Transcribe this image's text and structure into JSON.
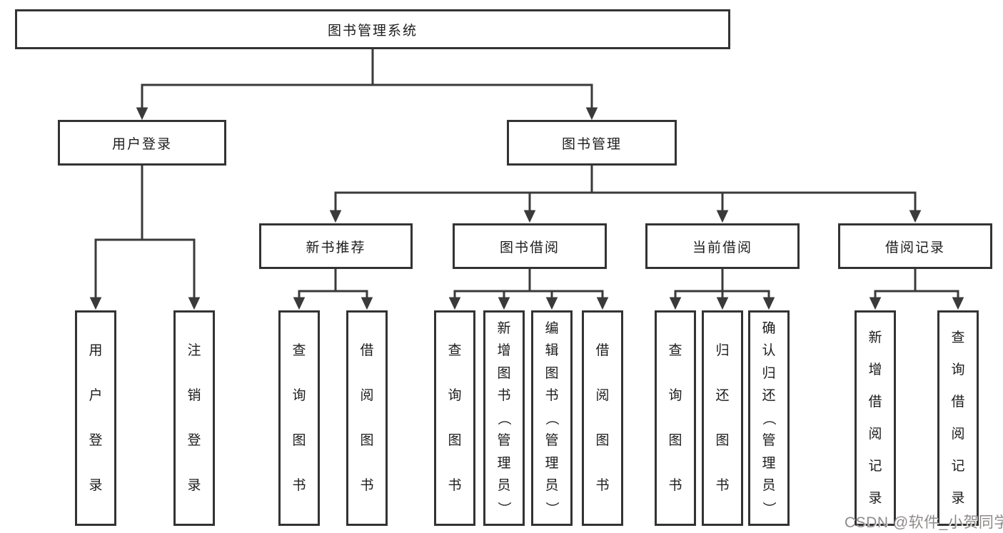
{
  "diagram": {
    "root": {
      "label": "图书管理系统"
    },
    "branches": [
      {
        "label": "用户登录",
        "children": [
          {
            "label": "用户登录"
          },
          {
            "label": "注销登录"
          }
        ]
      },
      {
        "label": "图书管理",
        "modules": [
          {
            "label": "新书推荐",
            "children": [
              {
                "label": "查询图书"
              },
              {
                "label": "借阅图书"
              }
            ]
          },
          {
            "label": "图书借阅",
            "children": [
              {
                "label": "查询图书"
              },
              {
                "label": "新增图书（管理员）"
              },
              {
                "label": "编辑图书（管理员）"
              },
              {
                "label": "借阅图书"
              }
            ]
          },
          {
            "label": "当前借阅",
            "children": [
              {
                "label": "查询图书"
              },
              {
                "label": "归还图书"
              },
              {
                "label": "确认归还（管理员）"
              }
            ]
          },
          {
            "label": "借阅记录",
            "children": [
              {
                "label": "新增借阅记录"
              },
              {
                "label": "查询借阅记录"
              }
            ]
          }
        ]
      }
    ]
  },
  "watermark": {
    "text": "CSDN @软件_小贺同学",
    "color": "#8f8a8a"
  },
  "colors": {
    "line": "#3a3a3a",
    "border": "#333333",
    "text": "#1c1c1c",
    "background": "#ffffff"
  }
}
